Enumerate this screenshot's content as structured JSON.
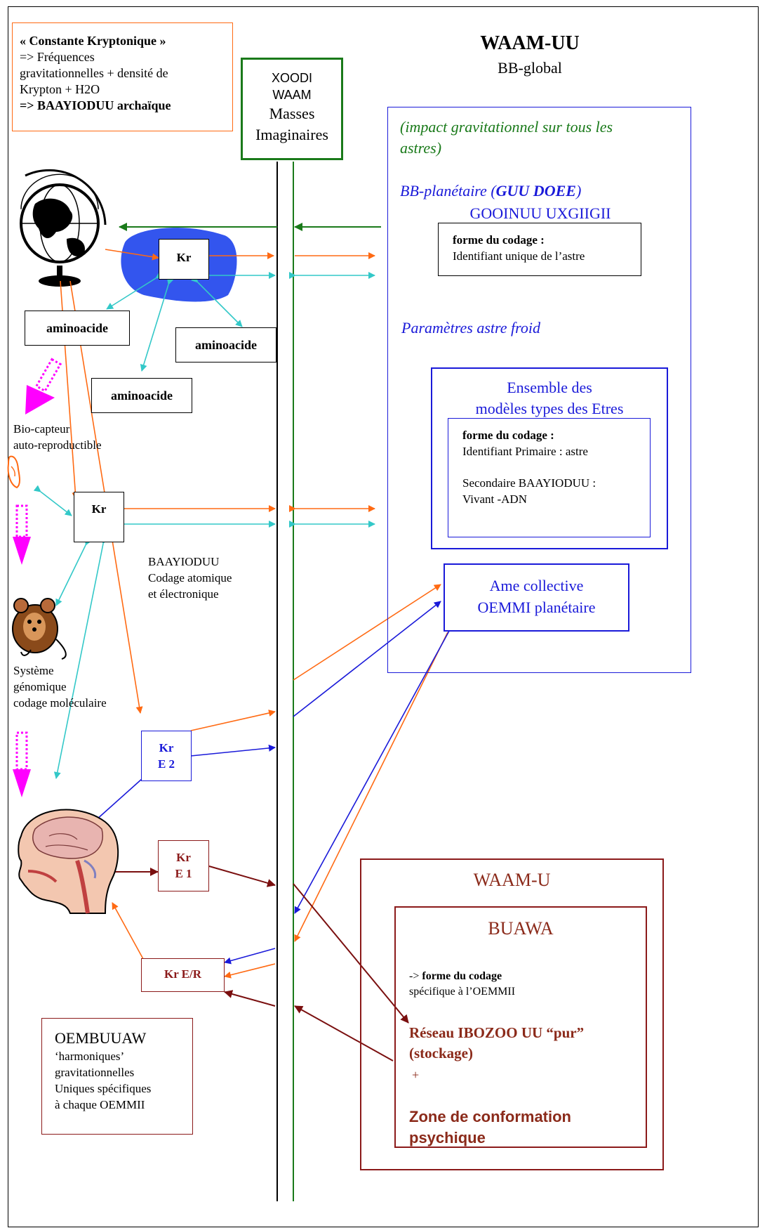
{
  "constant_box": {
    "title": "« Constante Kryptonique »",
    "line1": "=> Fréquences",
    "line2": "gravitationnelles + densité de",
    "line3": "Krypton + H2O",
    "line4": "=> BAAYIODUU archaïque"
  },
  "center_box": {
    "line1": "XOODI",
    "line2": "WAAM",
    "line3": "Masses",
    "line4": "Imaginaires"
  },
  "header": {
    "title": "WAAM-UU",
    "subtitle": "BB-global"
  },
  "bb_global": {
    "impact_line1": "(impact gravitationnel sur tous les",
    "impact_line2": "astres)",
    "planetary_prefix": "BB-planétaire (",
    "planetary_bold": "GUU DOEE",
    "planetary_suffix": ")",
    "gooinuu": "GOOINUU UXGIIGII",
    "coding1_title": "forme du codage :",
    "coding1_text": "Identifiant unique de l’astre",
    "cold_params": "Paramètres astre froid",
    "models_line1": "Ensemble des",
    "models_line2": "modèles types des Etres",
    "coding2_title": "forme du codage :",
    "coding2_line1": "Identifiant Primaire : astre",
    "coding2_line2": "Secondaire BAAYIODUU :",
    "coding2_line3": "Vivant -ADN",
    "soul_line1": "Ame collective",
    "soul_line2": "OEMMI planétaire"
  },
  "left": {
    "kr_top": "Kr",
    "amino1": "aminoacide",
    "amino2": "aminoacide",
    "amino3": "aminoacide",
    "biosensor_line1": "Bio-capteur",
    "biosensor_line2": "auto-reproductible",
    "kr_mid": "Kr",
    "baayioduu_line1": "BAAYIODUU",
    "baayioduu_line2": "Codage atomique",
    "baayioduu_line3": "et électronique",
    "genomic_line1": "Système",
    "genomic_line2": "génomique",
    "genomic_line3": "codage moléculaire",
    "kr_e2_line1": "Kr",
    "kr_e2_line2": "E 2",
    "kr_e1_line1": "Kr",
    "kr_e1_line2": "E 1",
    "kr_er": "Kr E/R",
    "oembuuaw_line1": "OEMBUUAW",
    "oembuuaw_line2": "‘harmoniques’",
    "oembuuaw_line3": "gravitationnelles",
    "oembuuaw_line4": "Uniques spécifiques",
    "oembuuaw_line5": "à chaque OEMMII"
  },
  "waamu": {
    "title": "WAAM-U",
    "buawa": "BUAWA",
    "coding_prefix": "-> ",
    "coding_bold": "forme du codage",
    "coding_line2": "spécifique à l’OEMMII",
    "network_line1": "Réseau IBOZOO UU “pur”",
    "network_line2": "(stockage)",
    "plus": "+",
    "zone_line1": "Zone de conformation",
    "zone_line2": "psychique"
  },
  "colors": {
    "orange": "#ff6a13",
    "cyan": "#33c8c8",
    "green": "#1a7a1a",
    "blue": "#1a1ad9",
    "maroon": "#7a0f0f",
    "magenta": "#ff00ff",
    "blob": "#3355ee"
  },
  "icons": [
    "globe-icon",
    "finger-icon",
    "mouse-icon",
    "head-anatomy-icon"
  ]
}
